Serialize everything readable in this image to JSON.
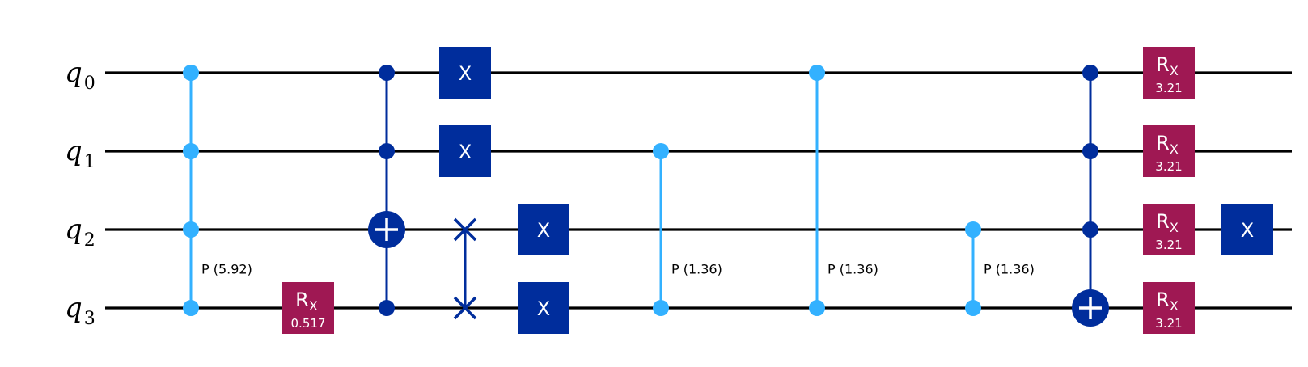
{
  "colors": {
    "wire": "#000000",
    "x_gate": "#002d9c",
    "cx_control": "#002d9c",
    "rx_gate": "#9f1853",
    "p_gate": "#33b1ff",
    "swap": "#002d9c",
    "gate_text": "#ffffff"
  },
  "qubits": [
    {
      "name": "q",
      "index": "0"
    },
    {
      "name": "q",
      "index": "1"
    },
    {
      "name": "q",
      "index": "2"
    },
    {
      "name": "q",
      "index": "3"
    }
  ],
  "gates": [
    {
      "type": "mcphase",
      "col": 0,
      "controls": [
        0,
        1,
        2
      ],
      "target": 3,
      "label": "P (5.92)"
    },
    {
      "type": "rx",
      "col": 1,
      "qubit": 3,
      "label": "R",
      "sub": "X",
      "param": "0.517"
    },
    {
      "type": "ccx",
      "col": 2,
      "controls": [
        0,
        1,
        3
      ],
      "target": 2
    },
    {
      "type": "x",
      "col": 3,
      "qubit": 0,
      "label": "X"
    },
    {
      "type": "x",
      "col": 3,
      "qubit": 1,
      "label": "X"
    },
    {
      "type": "swap",
      "col": 3,
      "qubits": [
        2,
        3
      ]
    },
    {
      "type": "x",
      "col": 4,
      "qubit": 2,
      "label": "X"
    },
    {
      "type": "x",
      "col": 4,
      "qubit": 3,
      "label": "X"
    },
    {
      "type": "cphase",
      "col": 5,
      "controls": [
        1
      ],
      "target": 3,
      "label": "P (1.36)"
    },
    {
      "type": "cphase",
      "col": 6,
      "controls": [
        0
      ],
      "target": 3,
      "label": "P (1.36)"
    },
    {
      "type": "cphase",
      "col": 7,
      "controls": [
        2
      ],
      "target": 3,
      "label": "P (1.36)"
    },
    {
      "type": "ccx",
      "col": 8,
      "controls": [
        0,
        1,
        2
      ],
      "target": 3
    },
    {
      "type": "rx",
      "col": 9,
      "qubit": 0,
      "label": "R",
      "sub": "X",
      "param": "3.21"
    },
    {
      "type": "rx",
      "col": 9,
      "qubit": 1,
      "label": "R",
      "sub": "X",
      "param": "3.21"
    },
    {
      "type": "rx",
      "col": 9,
      "qubit": 2,
      "label": "R",
      "sub": "X",
      "param": "3.21"
    },
    {
      "type": "rx",
      "col": 9,
      "qubit": 3,
      "label": "R",
      "sub": "X",
      "param": "3.21"
    },
    {
      "type": "x",
      "col": 10,
      "qubit": 2,
      "label": "X"
    }
  ]
}
